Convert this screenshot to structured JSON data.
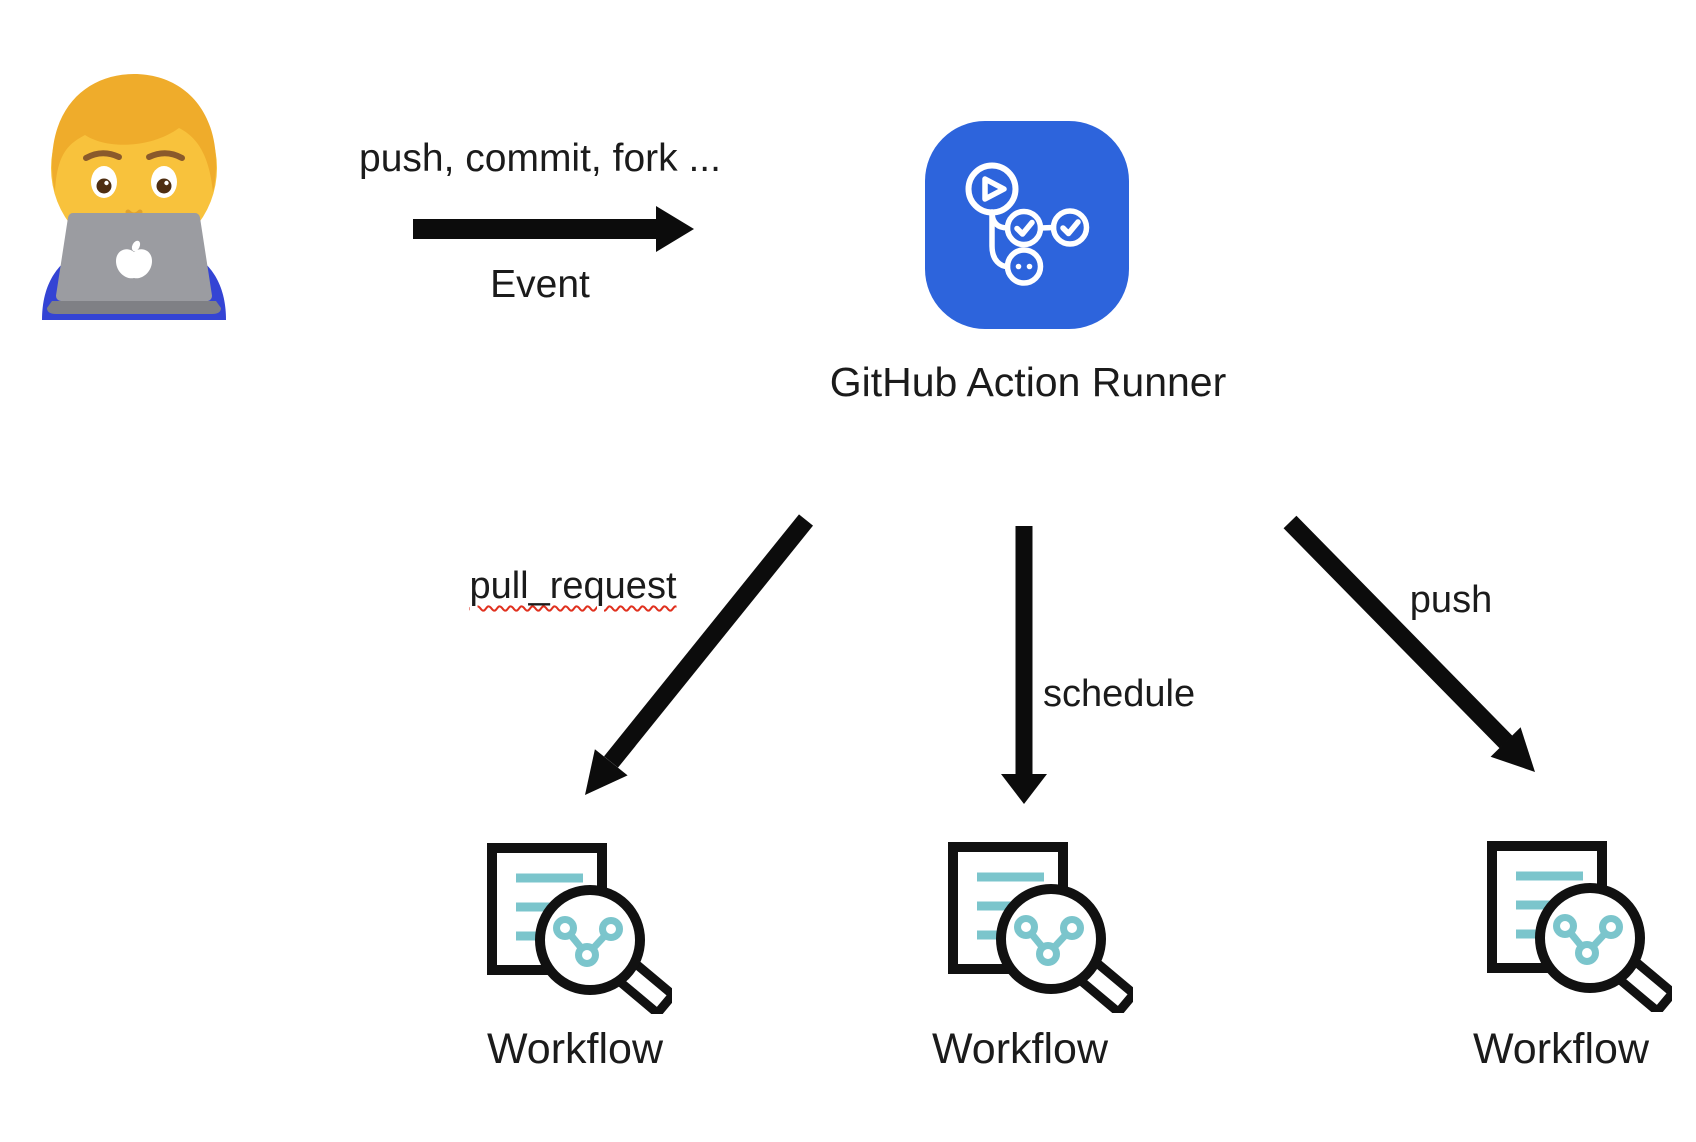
{
  "actor": {
    "icon": "technologist-emoji"
  },
  "event": {
    "types_label": "push, commit, fork ...",
    "name_label": "Event"
  },
  "runner": {
    "label": "GitHub Action Runner",
    "icon": "github-actions-icon",
    "icon_color": "#2d64dc"
  },
  "triggers": [
    {
      "label": "pull_request",
      "spellcheck_underline": true
    },
    {
      "label": "schedule",
      "spellcheck_underline": false
    },
    {
      "label": "push",
      "spellcheck_underline": false
    }
  ],
  "workflows": [
    {
      "label": "Workflow",
      "icon": "workflow-icon"
    },
    {
      "label": "Workflow",
      "icon": "workflow-icon"
    },
    {
      "label": "Workflow",
      "icon": "workflow-icon"
    }
  ],
  "colors": {
    "background": "#ffffff",
    "arrow_black": "#0c0c0c",
    "runner_blue": "#2d64dc",
    "workflow_teal": "#7bc5cc",
    "spellcheck_red": "#e0301e",
    "text": "#1b1b1b"
  }
}
